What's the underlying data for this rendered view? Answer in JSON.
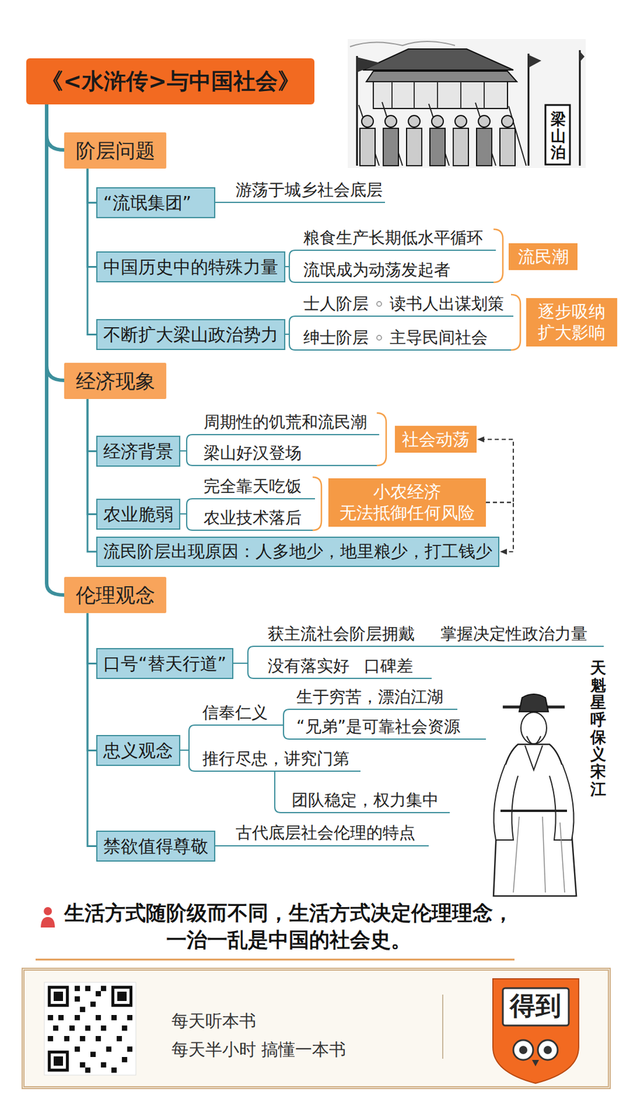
{
  "diagram": {
    "title": "《<水浒传>与中国社会》",
    "caption": "生活方式随阶级而不同，生活方式决定伦理理念， 一治一乱是中国的社会史。",
    "nodes": [
      {
        "text": [
          "阶层问题"
        ]
      },
      {
        "text": [
          "“流氓集团”"
        ]
      },
      {
        "text": [
          "中国历史中的特殊力量"
        ]
      },
      {
        "text": [
          "流民潮"
        ]
      },
      {
        "text": [
          "不断扩大梁山政治势力"
        ]
      },
      {
        "text": [
          "逐步吸纳 扩大影响"
        ]
      },
      {
        "text": [
          "经济现象"
        ]
      },
      {
        "text": [
          "经济背景"
        ]
      },
      {
        "text": [
          "社会动荡"
        ]
      },
      {
        "text": [
          "农业脆弱"
        ]
      },
      {
        "text": [
          "小农经济 无法抵御任何风险"
        ]
      },
      {
        "text": [
          "流民阶层出现原因：人多地少，地里粮少，打工钱少"
        ]
      },
      {
        "text": [
          "伦理观念"
        ]
      },
      {
        "text": [
          "口号“替天行道”"
        ]
      },
      {
        "text": [
          "忠义观念"
        ]
      },
      {
        "text": [
          "禁欲值得尊敬"
        ]
      },
      {
        "text": [
          "每天听本书",
          "每天半小时 搞懂一本书"
        ]
      }
    ],
    "edges": [
      {
        "from": 0,
        "to": 1,
        "arrow": "none"
      },
      {
        "from": 0,
        "to": 2,
        "arrow": "none"
      },
      {
        "from": 0,
        "to": 4,
        "arrow": "none"
      },
      {
        "from": 6,
        "to": 7,
        "arrow": "none"
      },
      {
        "from": 6,
        "to": 9,
        "arrow": "none"
      },
      {
        "from": 6,
        "to": 11,
        "arrow": "none"
      },
      {
        "from": 12,
        "to": 13,
        "arrow": "none"
      },
      {
        "from": 12,
        "to": 14,
        "arrow": "none"
      },
      {
        "from": 12,
        "to": 15,
        "arrow": "none"
      },
      {
        "from": 10,
        "to": 8,
        "arrow": "to"
      },
      {
        "from": 10,
        "to": 11,
        "arrow": "to"
      }
    ],
    "labels": [
      "游荡于城乡社会底层",
      "粮食生产长期低水平循环",
      "流氓成为动荡发起者",
      "士人阶层",
      "读书人出谋划策",
      "绅士阶层",
      "主导民间社会",
      "周期性的饥荒和流民潮",
      "梁山好汉登场",
      "完全靠天吃饭",
      "农业技术落后",
      "获主流社会阶层拥戴",
      "掌握决定性政治力量",
      "没有落实好",
      "口碑差",
      "信奉仁义",
      "生于穷苦，漂泊江湖",
      "“兄弟”是可靠社会资源",
      "推行尽忠，讲究门第",
      "团队稳定，权力集中",
      "古代底层社会伦理的特点",
      "天魁星呼保义宋江",
      "梁山泊",
      "得到"
    ]
  }
}
